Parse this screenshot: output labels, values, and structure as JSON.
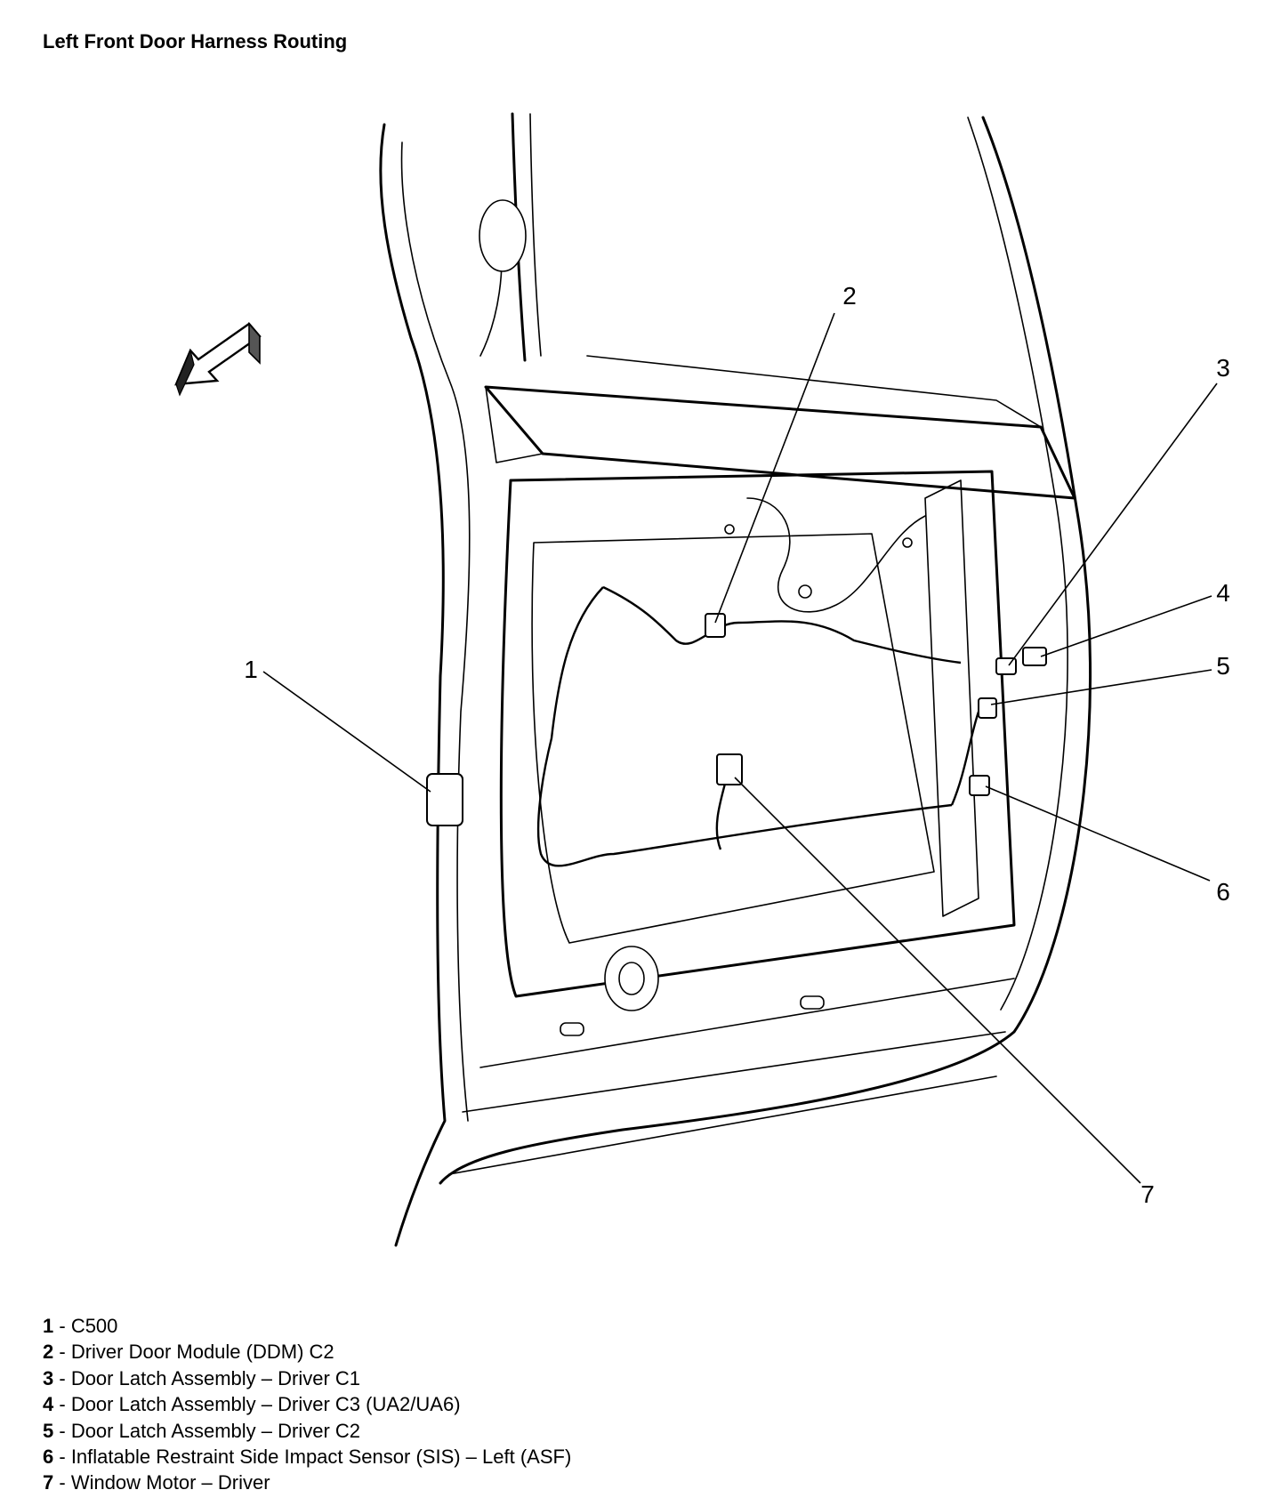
{
  "title": "Left Front Door Harness Routing",
  "icons": {
    "direction_arrow": "front-direction-arrow-icon"
  },
  "callouts": [
    "1",
    "2",
    "3",
    "4",
    "5",
    "6",
    "7"
  ],
  "legend": [
    {
      "num": "1",
      "sep": " - ",
      "text": "C500"
    },
    {
      "num": "2",
      "sep": " - ",
      "text": "Driver Door Module (DDM) C2"
    },
    {
      "num": "3",
      "sep": " - ",
      "text": "Door Latch Assembly – Driver C1"
    },
    {
      "num": "4",
      "sep": " - ",
      "text": "Door Latch Assembly – Driver C3 (UA2/UA6)"
    },
    {
      "num": "5",
      "sep": " - ",
      "text": "Door Latch Assembly – Driver C2"
    },
    {
      "num": "6",
      "sep": " - ",
      "text": "Inflatable Restraint Side Impact Sensor (SIS) – Left (ASF)"
    },
    {
      "num": "7",
      "sep": " - ",
      "text": "Window Motor – Driver"
    }
  ]
}
